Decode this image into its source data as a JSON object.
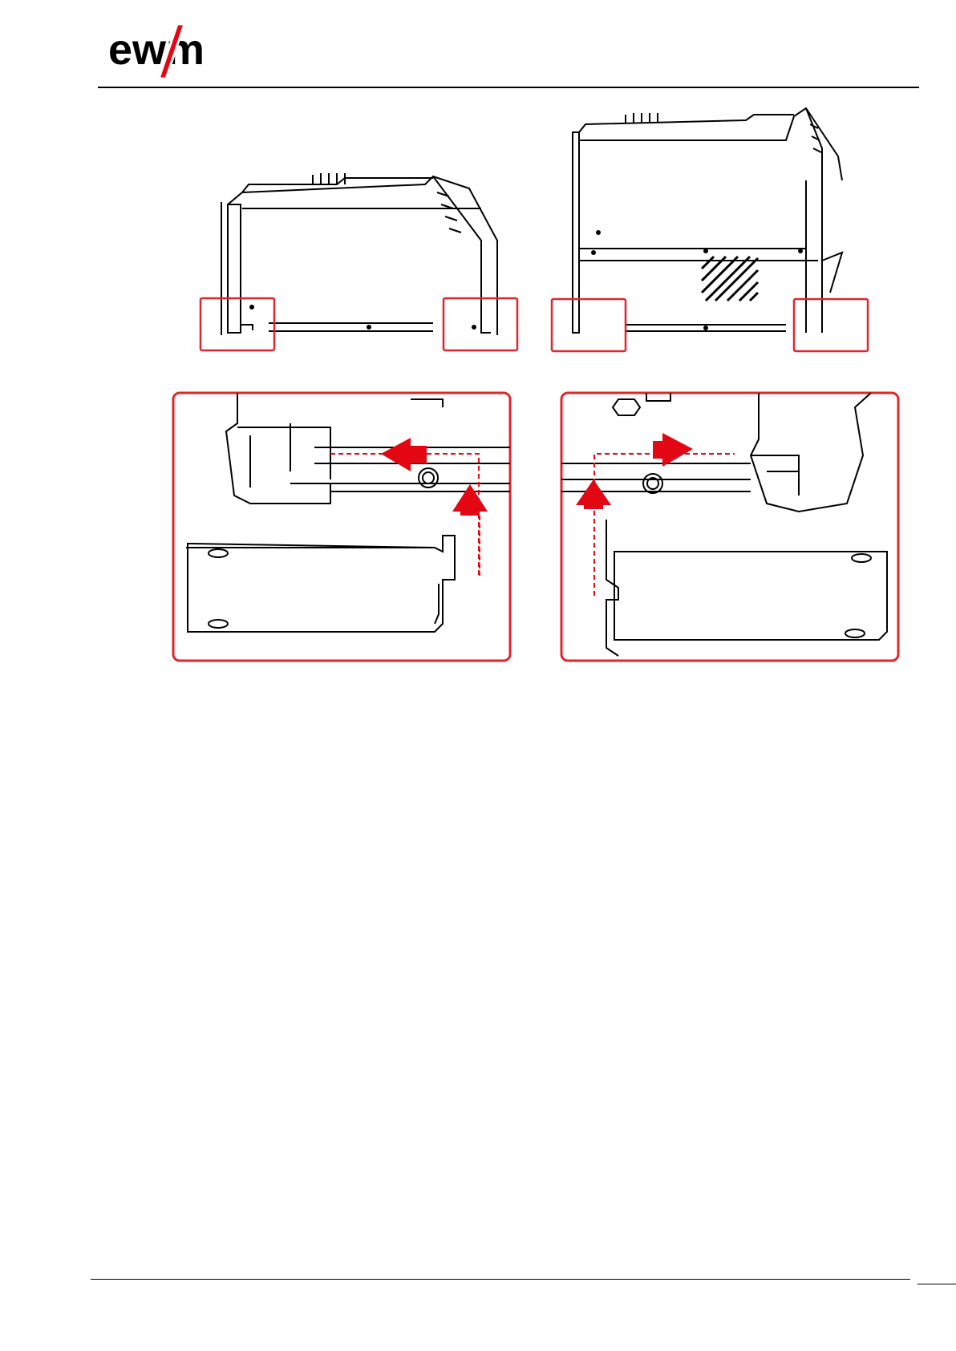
{
  "header": {
    "logo": {
      "text": "ewm",
      "slash_color": "#e30613",
      "text_color": "#000000"
    }
  },
  "colors": {
    "highlight": "#e0262a",
    "arrow": "#e30613",
    "line": "#000000"
  },
  "figures": {
    "top_left": {
      "icon": "device-side-view-single"
    },
    "top_right": {
      "icon": "device-side-view-stacked"
    },
    "detail_left": {
      "icon": "mounting-plate-left-detail"
    },
    "detail_right": {
      "icon": "mounting-plate-right-detail"
    }
  }
}
